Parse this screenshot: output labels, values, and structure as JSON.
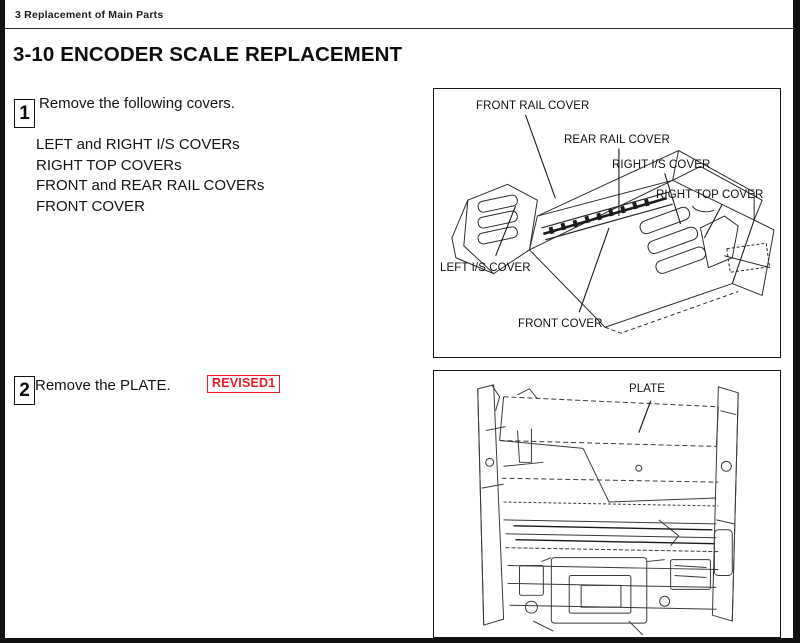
{
  "header": {
    "breadcrumb": "3  Replacement of Main Parts",
    "title": "3-10 ENCODER SCALE REPLACEMENT"
  },
  "steps": [
    {
      "number": "1",
      "instruction": "Remove the following covers.",
      "items": [
        "LEFT and RIGHT I/S COVERs",
        "RIGHT TOP COVERs",
        "FRONT and REAR RAIL COVERs",
        "FRONT COVER"
      ]
    },
    {
      "number": "2",
      "instruction": "Remove the PLATE.",
      "badge": "REVISED1"
    }
  ],
  "figures": [
    {
      "name": "printer-cover-overview",
      "callouts": [
        "FRONT RAIL COVER",
        "REAR RAIL COVER",
        "RIGHT I/S COVER",
        "RIGHT TOP COVER",
        "LEFT I/S COVER",
        "FRONT COVER"
      ]
    },
    {
      "name": "plate-detail",
      "callouts": [
        "PLATE"
      ]
    }
  ],
  "colors": {
    "revision_red": "#ee1b28",
    "text": "#141414",
    "line": "#1a1a1a",
    "page_border": "#111111"
  }
}
